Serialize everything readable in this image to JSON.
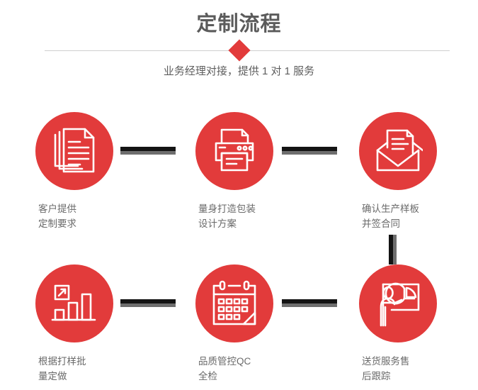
{
  "header": {
    "title": "定制流程",
    "subtitle": "业务经理对接，提供 1 对 1 服务",
    "divider_icon": "diamond-icon"
  },
  "colors": {
    "accent_red": "#e23b3b",
    "title_gray": "#5b5b5b",
    "label_gray": "#6a6a6a",
    "divider_gray": "#cfcfcf",
    "connector_dark": "#141414",
    "connector_gray": "#6e6e6e"
  },
  "steps": [
    {
      "index": 1,
      "icon": "documents-icon",
      "label": "客户提供\n定制要求"
    },
    {
      "index": 2,
      "icon": "printer-icon",
      "label": "量身打造包装\n设计方案"
    },
    {
      "index": 3,
      "icon": "envelope-document-icon",
      "label": "确认生产样板\n并签合同"
    },
    {
      "index": 4,
      "icon": "bar-chart-growth-icon",
      "label": "根据打样批\n量定做"
    },
    {
      "index": 5,
      "icon": "calendar-icon",
      "label": "品质管控QC\n全检"
    },
    {
      "index": 6,
      "icon": "presenter-pie-chart-icon",
      "label": "送货服务售\n后跟踪"
    }
  ],
  "connectors": [
    {
      "name": "connector-step1-step2",
      "orientation": "horizontal"
    },
    {
      "name": "connector-step2-step3",
      "orientation": "horizontal"
    },
    {
      "name": "connector-step3-step6",
      "orientation": "vertical"
    },
    {
      "name": "connector-step4-step5",
      "orientation": "horizontal"
    },
    {
      "name": "connector-step5-step6",
      "orientation": "horizontal"
    }
  ]
}
